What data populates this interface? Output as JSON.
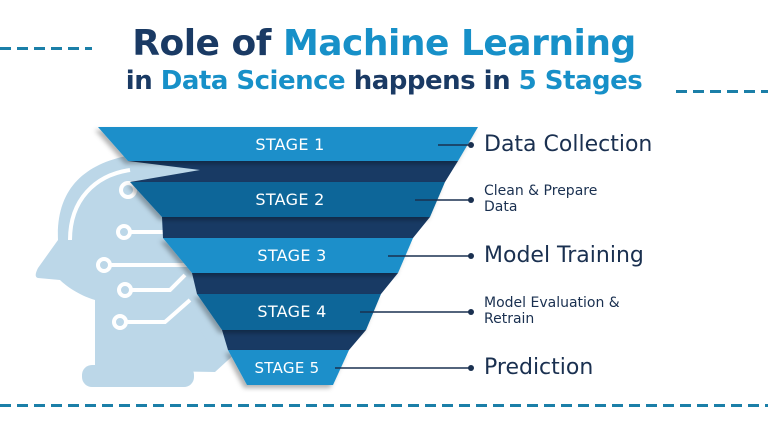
{
  "title": {
    "line1_part1": "Role of ",
    "line1_part2": "Machine Learning",
    "line2_part1": "in ",
    "line2_part2": "Data Science",
    "line2_part3": " happens in ",
    "line2_part4": "5 Stages"
  },
  "colors": {
    "navy": "#1a3a64",
    "accent_blue": "#1790c8",
    "stage_light": "#1a8fca",
    "stage_dark": "#0f6699",
    "shadow": "#183a64",
    "head_icon": "#bcd7e8",
    "dash": "#1b7fa8"
  },
  "stages": [
    {
      "label": "STAGE 1",
      "description_line1": "Data Collection",
      "description_line2": ""
    },
    {
      "label": "STAGE 2",
      "description_line1": "Clean & Prepare",
      "description_line2": "Data"
    },
    {
      "label": "STAGE 3",
      "description_line1": "Model Training",
      "description_line2": ""
    },
    {
      "label": "STAGE 4",
      "description_line1": "Model Evaluation &",
      "description_line2": "Retrain"
    },
    {
      "label": "STAGE 5",
      "description_line1": "Prediction",
      "description_line2": ""
    }
  ],
  "icons": {
    "background": "ai-head-circuit-icon"
  }
}
